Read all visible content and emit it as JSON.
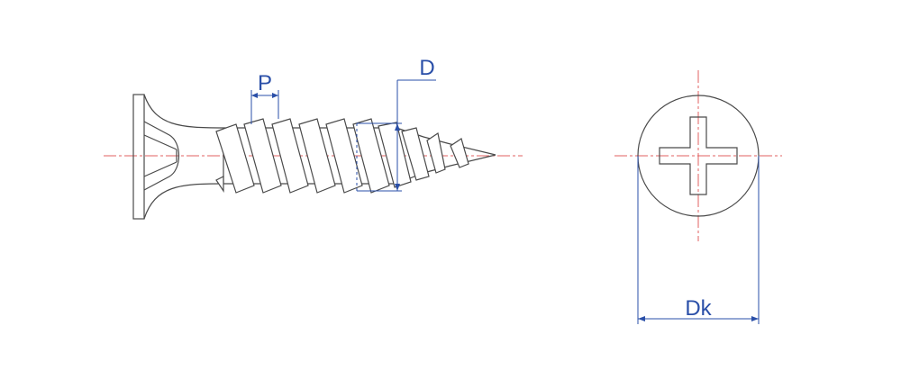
{
  "labels": {
    "pitch": "P",
    "diameter": "D",
    "head_diameter": "Dk"
  },
  "colors": {
    "outline": "#4a4a4a",
    "centerline": "#e06060",
    "dimension": "#2a4fa8",
    "background": "#ffffff"
  }
}
